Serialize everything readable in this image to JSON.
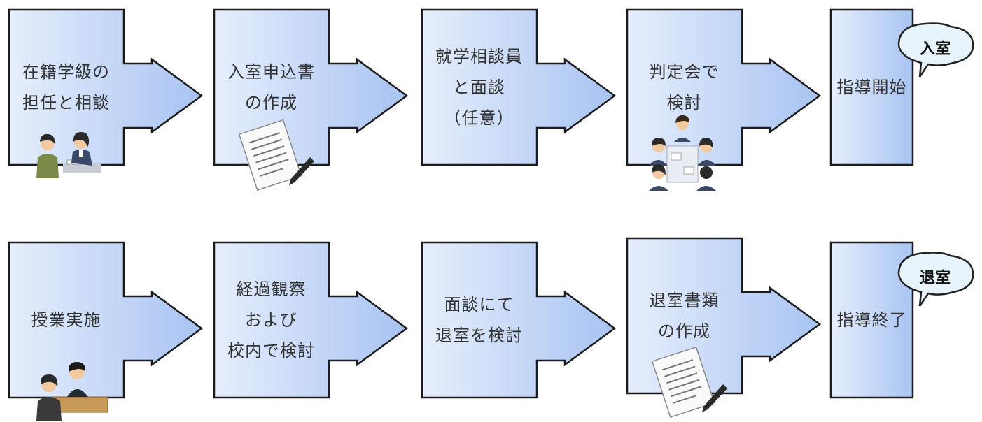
{
  "colors": {
    "box_gradient_start": "#e6eefc",
    "box_gradient_end": "#a8c3f2",
    "box_stroke": "#1c1c1c",
    "text": "#333333",
    "bubble_fill": "#e7f4fb",
    "bubble_stroke": "#222222"
  },
  "rows": [
    {
      "name": "admission",
      "steps": [
        {
          "label": "在籍学級の\n担任と相談",
          "illustration": "consultation-people-icon"
        },
        {
          "label": "入室申込書\nの作成",
          "illustration": "document-pen-icon"
        },
        {
          "label": "就学相談員\nと面談\n（任意）",
          "illustration": ""
        },
        {
          "label": "判定会で\n検討",
          "illustration": "meeting-people-icon"
        }
      ],
      "final": {
        "label": "指導開始",
        "bubble": "入室"
      }
    },
    {
      "name": "exit",
      "steps": [
        {
          "label": "授業実施",
          "illustration": "lesson-people-icon"
        },
        {
          "label": "経過観察\nおよび\n校内で検討",
          "illustration": ""
        },
        {
          "label": "面談にて\n退室を検討",
          "illustration": ""
        },
        {
          "label": "退室書類\nの作成",
          "illustration": "document-pen-icon"
        }
      ],
      "final": {
        "label": "指導終了",
        "bubble": "退室"
      }
    }
  ]
}
